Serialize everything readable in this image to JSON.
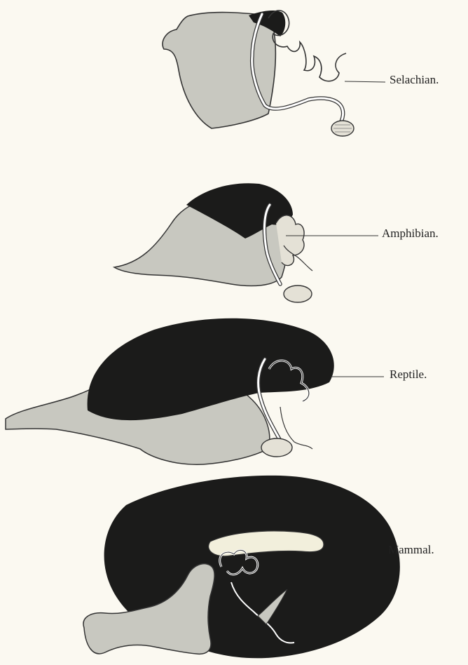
{
  "figure": {
    "labels": {
      "selachian": "Selachian.",
      "amphibian": "Amphibian.",
      "reptile": "Reptile.",
      "mammal": "Mammal."
    },
    "colors": {
      "background": "#fbf9f1",
      "pallium_dark": "#1b1b1a",
      "brain_light": "#c8c8c0",
      "outline": "#333333",
      "inner_line": "#ffffff",
      "ventricle_fill": "#f2efdc"
    }
  }
}
